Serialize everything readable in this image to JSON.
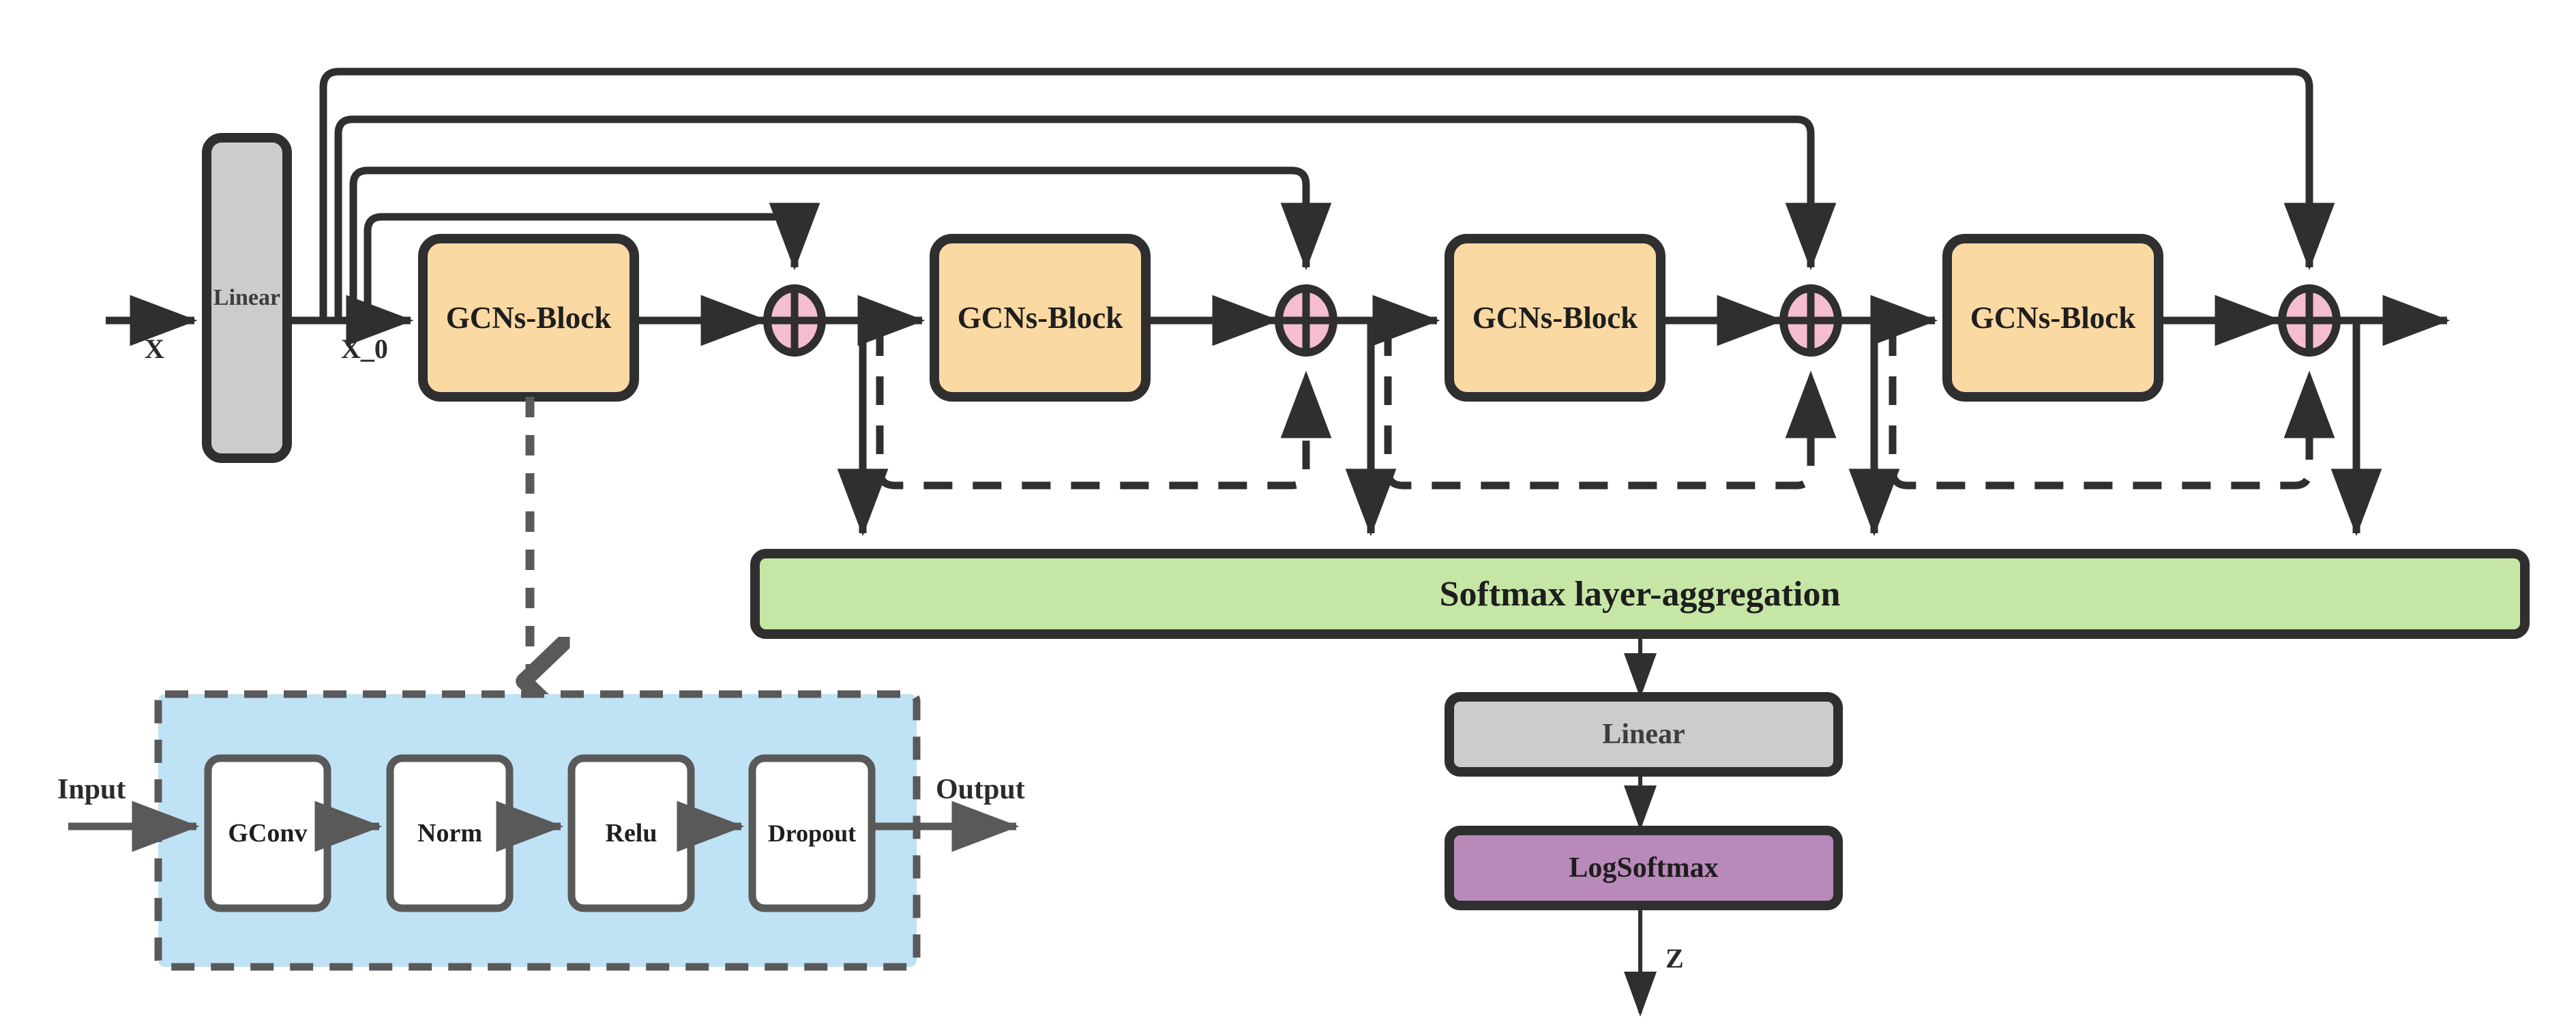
{
  "diagram": {
    "title_present": false,
    "colors": {
      "stroke": "#2f2f2f",
      "gcn_block_fill": "#fbd9a3",
      "linear_fill": "#cccccc",
      "adder_fill": "#f5bdd2",
      "aggregation_fill": "#c6e6a5",
      "logsoftmax_fill": "#b98ab9",
      "detail_panel_fill": "#bfe2f5",
      "detail_inner_fill": "#ffffff",
      "detail_stroke": "#595959",
      "background": "#ffffff"
    },
    "main_flow": {
      "input_label": "X",
      "linear_label": "Linear",
      "after_linear_label": "X_0",
      "gcn_blocks": [
        {
          "label": "GCNs-Block"
        },
        {
          "label": "GCNs-Block"
        },
        {
          "label": "GCNs-Block"
        },
        {
          "label": "GCNs-Block"
        }
      ],
      "adders": [
        {
          "symbol": "+"
        },
        {
          "symbol": "+"
        },
        {
          "symbol": "+"
        },
        {
          "symbol": "+"
        }
      ],
      "aggregation_label": "Softmax layer-aggregation",
      "head_linear_label": "Linear",
      "logsoftmax_label": "LogSoftmax",
      "output_label": "Z"
    },
    "detail_panel": {
      "input_label": "Input",
      "output_label": "Output",
      "stages": [
        {
          "label": "GConv"
        },
        {
          "label": "Norm"
        },
        {
          "label": "Relu"
        },
        {
          "label": "Dropout"
        }
      ]
    }
  }
}
